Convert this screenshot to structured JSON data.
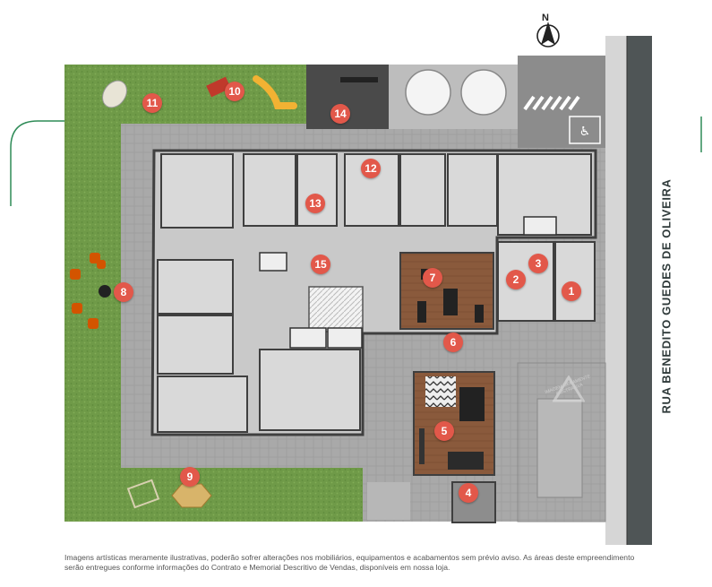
{
  "street_name": "RUA BENEDITO GUEDES DE OLIVEIRA",
  "compass_letter": "N",
  "watermark_text": "IMAGEM MERAMENTE ILUSTRATIVA",
  "disclaimer": "Imagens artísticas meramente ilustrativas, poderão sofrer alterações nos mobiliários, equipamentos e acabamentos sem prévio aviso. As áreas deste empreendimento serão entregues conforme informações do Contrato e Memorial Descritivo de Vendas, disponíveis em nossa loja.",
  "markers": [
    "1",
    "2",
    "3",
    "4",
    "5",
    "6",
    "7",
    "8",
    "9",
    "10",
    "11",
    "12",
    "13",
    "14",
    "15"
  ],
  "colors": {
    "marker": "#e2584a",
    "grass": "#6f9a48",
    "paving": "#a7a7a7",
    "wall": "#3f3f3f",
    "floor": "#c9c9c9",
    "wood": "#8a5a3c",
    "street": "#4f5556",
    "accent_line": "#2e8b57"
  }
}
